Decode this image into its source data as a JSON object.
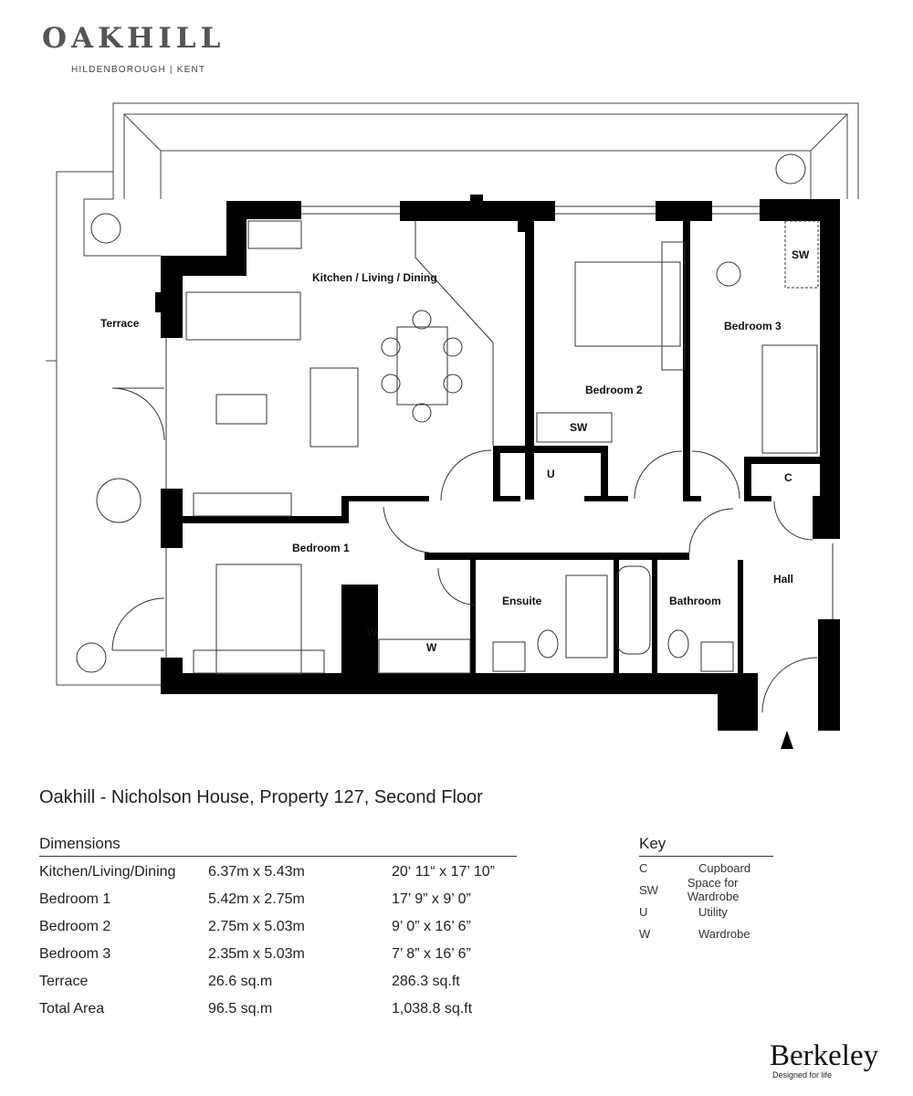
{
  "header": {
    "brand": "OAKHILL",
    "location": "HILDENBOROUGH | KENT"
  },
  "plan": {
    "rooms": {
      "kld": "Kitchen / Living / Dining",
      "terrace": "Terrace",
      "bedroom1": "Bedroom 1",
      "bedroom2": "Bedroom 2",
      "bedroom3": "Bedroom 3",
      "ensuite": "Ensuite",
      "bathroom": "Bathroom",
      "hall": "Hall",
      "utility": "U",
      "cupboard": "C",
      "sw1": "SW",
      "sw2": "SW",
      "w1": "W",
      "w2": "W"
    }
  },
  "title": "Oakhill - Nicholson House, Property 127, Second Floor",
  "dimensions": {
    "heading": "Dimensions",
    "rows": [
      [
        "Kitchen/Living/Dining",
        "6.37m x 5.43m",
        "20‘ 11“ x 17’ 10”"
      ],
      [
        "Bedroom 1",
        "5.42m x 2.75m",
        "17’ 9” x 9’ 0”"
      ],
      [
        "Bedroom 2",
        "2.75m x 5.03m",
        "9’ 0” x 16’ 6”"
      ],
      [
        "Bedroom 3",
        "2.35m x 5.03m",
        "7’ 8” x 16’ 6”"
      ],
      [
        "Terrace",
        "26.6 sq.m",
        "286.3 sq.ft"
      ],
      [
        "Total Area",
        "96.5 sq.m",
        "1,038.8 sq.ft"
      ]
    ]
  },
  "key": {
    "heading": "Key",
    "rows": [
      [
        "C",
        "Cupboard"
      ],
      [
        "SW",
        "Space for Wardrobe"
      ],
      [
        "U",
        "Utility"
      ],
      [
        "W",
        "Wardrobe"
      ]
    ]
  },
  "footer": {
    "logo": "Berkeley",
    "tagline": "Designed for life"
  }
}
